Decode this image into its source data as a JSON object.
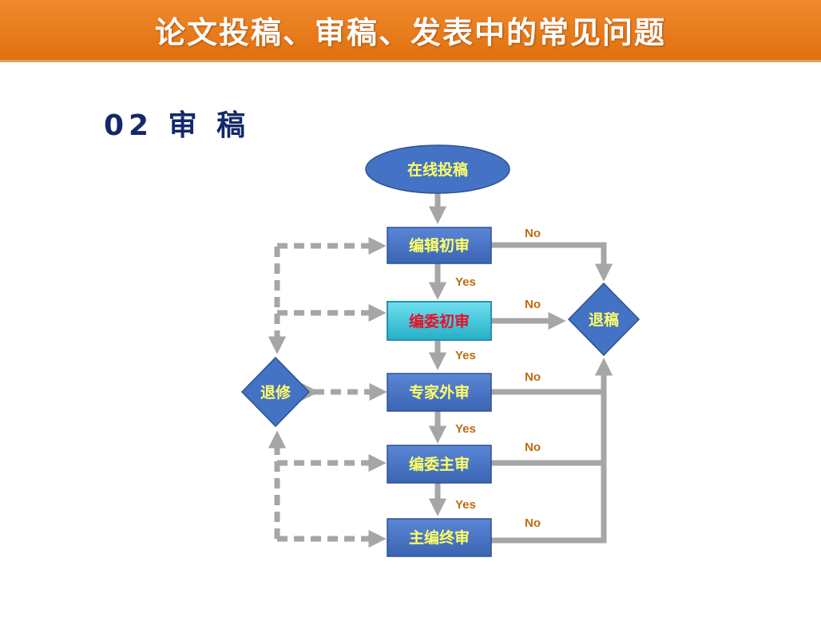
{
  "title": "论文投稿、审稿、发表中的常见问题",
  "section": "02 审 稿",
  "flow": {
    "start": "在线投稿",
    "steps": [
      "编辑初审",
      "编委初审",
      "专家外审",
      "编委主审",
      "主编终审"
    ],
    "reject": "退稿",
    "revise": "退修",
    "yes_label": "Yes",
    "no_label": "No"
  },
  "colors": {
    "title_bar": "#e87a1c",
    "heading": "#13296a",
    "box": "#4472c4",
    "box_text": "#ffff66",
    "highlight_box": "#33c6d9",
    "highlight_text": "#e8102a",
    "arrow": "#a6a6a6",
    "label": "#c06a10"
  }
}
